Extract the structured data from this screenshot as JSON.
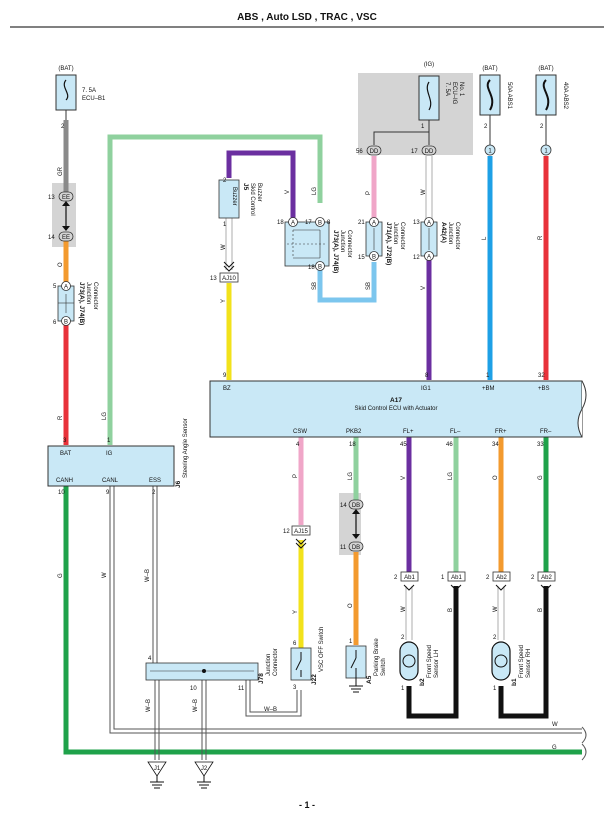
{
  "header": {
    "title": "ABS , Auto LSD , TRAC , VSC"
  },
  "footer": {
    "page": "- 1 -"
  },
  "power": {
    "bat_ecub1": {
      "source": "(BAT)",
      "rating": "7. 5A",
      "name": "ECU–B1",
      "pin": "2"
    },
    "ig_ecuig": {
      "source": "(IG)",
      "rating": "7. 5A",
      "name": "ECU–IG",
      "name2": "No. 1",
      "pin": "1"
    },
    "bat_abs1": {
      "source": "(BAT)",
      "rating": "50A ABS1",
      "pin": "2"
    },
    "bat_abs2": {
      "source": "(BAT)",
      "rating": "40A ABS2",
      "pin": "2"
    }
  },
  "connectors": {
    "ee1": "EE",
    "ee2": "EE",
    "dd1": "DD",
    "dd2": "DD",
    "db1": "DB",
    "db2": "DB",
    "aj10": "AJ10",
    "aj15": "AJ15",
    "ab1a": "Ab1",
    "ab1b": "Ab1",
    "ab2a": "Ab2",
    "ab2b": "Ab2",
    "a": "A",
    "b": "B"
  },
  "components": {
    "j5_id": "J5",
    "j5_name": "Skid Control",
    "j5_name2": "Buzzer",
    "j5_text": "Buzzer",
    "j73_id": "J73(A), J74(B)",
    "j73_name": "Junction",
    "j73_name2": "Connector",
    "j71_id": "J71(A), J72(B)",
    "j71_name": "Junction",
    "j71_name2": "Connector",
    "a42_id": "A42(A)",
    "a42_name": "Junction",
    "a42_name2": "Connector",
    "jleft_id": "J73(A), J74(B)",
    "jleft_name": "Junction",
    "jleft_name2": "Connector",
    "a17_id": "A17",
    "a17_name": "Skid Control ECU with Actuator",
    "j6_id": "J6",
    "j6_name": "Steering Angle Sensor",
    "j78_id": "J78",
    "j78_name": "Junction",
    "j78_name2": "Connector",
    "j22_id": "J22",
    "j22_name": "VSC OFF Switch",
    "a5_id": "A5",
    "a5_name": "Parking Brake",
    "a5_name2": "Switch",
    "b2_id": "b2",
    "b2_name": "Front Speed",
    "b2_name2": "Sensor LH",
    "b1_id": "b1",
    "b1_name": "Front Speed",
    "b1_name2": "Sensor RH",
    "gnd_j1": "J1",
    "gnd_j2": "J2"
  },
  "a17_pins_top": [
    {
      "num": "9",
      "name": "BZ"
    },
    {
      "num": "8",
      "name": "IG1"
    },
    {
      "num": "1",
      "name": "+BM"
    },
    {
      "num": "32",
      "name": "+BS"
    }
  ],
  "a17_pins_bottom": [
    {
      "num": "4",
      "name": "CSW"
    },
    {
      "num": "18",
      "name": "PKB2"
    },
    {
      "num": "45",
      "name": "FL+"
    },
    {
      "num": "46",
      "name": "FL–"
    },
    {
      "num": "34",
      "name": "FR+"
    },
    {
      "num": "33",
      "name": "FR–"
    }
  ],
  "j6_pins": [
    {
      "num": "3",
      "name": "BAT"
    },
    {
      "num": "1",
      "name": "IG"
    },
    {
      "num": "10",
      "name": "CANH"
    },
    {
      "num": "9",
      "name": "CANL"
    },
    {
      "num": "2",
      "name": "ESS"
    }
  ],
  "pin_numbers": {
    "p13a": "13",
    "p14a": "14",
    "p5": "5",
    "p6": "6",
    "p2buz": "2",
    "p1buz": "1",
    "p13aj": "13",
    "p18a": "18",
    "p17a": "17",
    "p18b": "18",
    "p8b": "8",
    "p21": "21",
    "p15": "15",
    "p13c": "13",
    "p12c": "12",
    "p56": "56",
    "p17b": "17",
    "p1abs1": "1",
    "p1abs2": "1",
    "p12aj": "12",
    "p14db": "14",
    "p11db": "11",
    "p6sw": "6",
    "p3sw": "3",
    "p1pk": "1",
    "p2ab1": "2",
    "p1ab1": "1",
    "p2ab2": "2",
    "p2ab2b": "2",
    "p2s": "2",
    "p1s": "1",
    "p2s2": "2",
    "p1s2": "1",
    "p4j78": "4",
    "p10j78": "10",
    "p11j78": "11"
  },
  "wire_colors": {
    "gr": "GR",
    "o": "O",
    "r": "R",
    "lg": "LG",
    "v": "V",
    "w": "W",
    "y": "Y",
    "p": "P",
    "sb": "SB",
    "l": "L",
    "g": "G",
    "b": "B",
    "wb": "W–B"
  },
  "colors": {
    "green_lg": "#8fd19e",
    "red": "#e8323a",
    "orange": "#f39a2e",
    "violet": "#6b2fa0",
    "yellow": "#f2e21b",
    "sky": "#7cc6ee",
    "blue": "#1ea0e6",
    "pink": "#f0a6c8",
    "green": "#1fa24a",
    "black": "#111111",
    "grey": "#8a8a8a",
    "box": "#c9e8f6",
    "shade": "#d4d4d4"
  }
}
